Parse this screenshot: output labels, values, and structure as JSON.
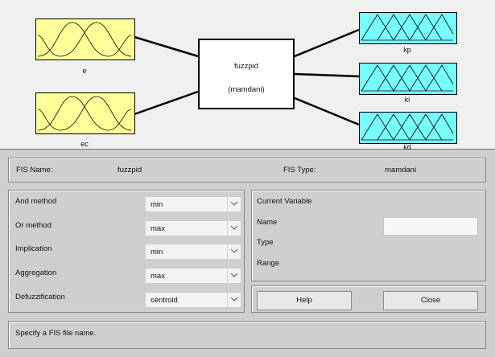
{
  "diagram": {
    "inputs": [
      {
        "label": "e"
      },
      {
        "label": "ec"
      }
    ],
    "outputs": [
      {
        "label": "kp"
      },
      {
        "label": "ki"
      },
      {
        "label": "kd"
      }
    ],
    "fis_name": "fuzzpid",
    "fis_type_paren": "(mamdani)",
    "colors": {
      "input_fill": "#ffff99",
      "output_fill": "#77ffff"
    }
  },
  "info": {
    "fis_name_label": "FIS Name:",
    "fis_name_value": "fuzzpid",
    "fis_type_label": "FIS Type:",
    "fis_type_value": "mamdani"
  },
  "methods": [
    {
      "label": "And method",
      "value": "min"
    },
    {
      "label": "Or method",
      "value": "max"
    },
    {
      "label": "Implication",
      "value": "min"
    },
    {
      "label": "Aggregation",
      "value": "max"
    },
    {
      "label": "Defuzzification",
      "value": "centroid"
    }
  ],
  "current_variable": {
    "title": "Current Variable",
    "name_label": "Name",
    "type_label": "Type",
    "range_label": "Range",
    "name_value": ""
  },
  "buttons": {
    "help": "Help",
    "close": "Close"
  },
  "status": {
    "text": "Specify a FIS file name."
  },
  "icons": {
    "dropdown": "chevron-down-icon"
  }
}
